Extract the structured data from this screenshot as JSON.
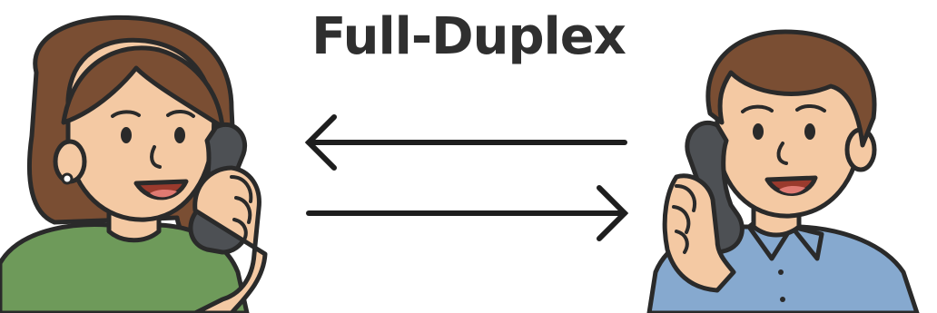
{
  "title": "Full-Duplex",
  "people": [
    {
      "role": "woman",
      "icon": "woman-on-phone",
      "shirt_color": "#6e9a5a",
      "hair_color": "#7a4e33"
    },
    {
      "role": "man",
      "icon": "man-on-phone",
      "shirt_color": "#86a9cf",
      "hair_color": "#7a4e33"
    }
  ],
  "arrows": [
    {
      "direction": "right-to-left"
    },
    {
      "direction": "left-to-right"
    }
  ],
  "colors": {
    "skin": "#f4c9a3",
    "outline": "#2a2a2a",
    "phone": "#4d5054",
    "background": "#ffffff"
  }
}
